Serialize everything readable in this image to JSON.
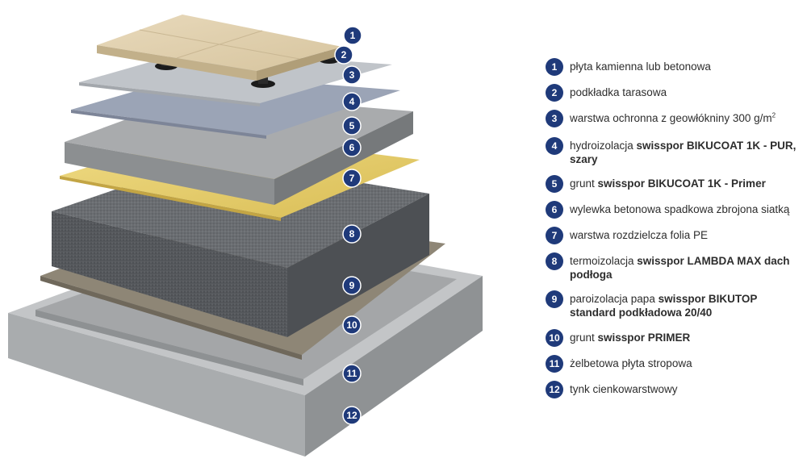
{
  "colors": {
    "badge": "#1f3a7a",
    "text": "#2d2d2d",
    "slab_top": "#b9bbbd",
    "slab_side": "#9c9fa1",
    "insulation": "#6b6e72",
    "tile": "#e3d3b3",
    "foil": "#e8d27a"
  },
  "layers": [
    {
      "number": "1",
      "parts": [
        {
          "t": "płyta kamienna lub betonowa",
          "b": false
        }
      ]
    },
    {
      "number": "2",
      "parts": [
        {
          "t": "podkładka tarasowa",
          "b": false
        }
      ]
    },
    {
      "number": "3",
      "parts": [
        {
          "t": "warstwa ochronna z geowłókniny 300 g/m",
          "b": false
        },
        {
          "t": "2",
          "b": false,
          "sup": true
        }
      ]
    },
    {
      "number": "4",
      "parts": [
        {
          "t": "hydroizolacja ",
          "b": false
        },
        {
          "t": "swisspor BIKUCOAT 1K - PUR, szary",
          "b": true
        }
      ]
    },
    {
      "number": "5",
      "parts": [
        {
          "t": "grunt ",
          "b": false
        },
        {
          "t": "swisspor BIKUCOAT 1K - Primer",
          "b": true
        }
      ]
    },
    {
      "number": "6",
      "parts": [
        {
          "t": "wylewka betonowa spadkowa zbrojona siatką",
          "b": false
        }
      ]
    },
    {
      "number": "7",
      "parts": [
        {
          "t": "warstwa rozdzielcza folia PE",
          "b": false
        }
      ]
    },
    {
      "number": "8",
      "parts": [
        {
          "t": "termoizolacja ",
          "b": false
        },
        {
          "t": "swisspor LAMBDA MAX dach podłoga",
          "b": true
        }
      ]
    },
    {
      "number": "9",
      "parts": [
        {
          "t": "paroizolacja papa ",
          "b": false
        },
        {
          "t": "swisspor BIKUTOP standard podkładowa 20/40",
          "b": true
        }
      ]
    },
    {
      "number": "10",
      "parts": [
        {
          "t": "grunt ",
          "b": false
        },
        {
          "t": "swisspor PRIMER",
          "b": true
        }
      ]
    },
    {
      "number": "11",
      "parts": [
        {
          "t": "żelbetowa płyta stropowa",
          "b": false
        }
      ]
    },
    {
      "number": "12",
      "parts": [
        {
          "t": "tynk cienkowarstwowy",
          "b": false
        }
      ]
    }
  ]
}
